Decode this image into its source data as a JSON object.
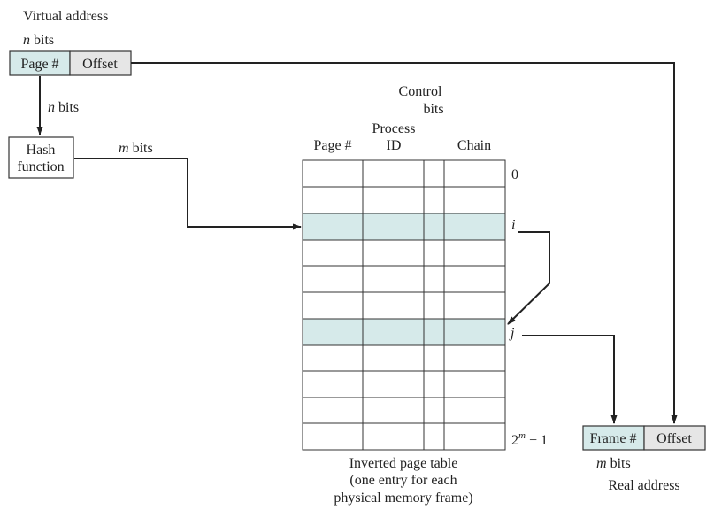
{
  "colors": {
    "highlight": "#d6eaea",
    "offset_fill": "#e6e6e6",
    "white": "#ffffff",
    "line": "#222222"
  },
  "virtual_address": {
    "title": "Virtual address",
    "bits_var": "n",
    "bits_word": "bits",
    "page_label": "Page #",
    "offset_label": "Offset"
  },
  "hash": {
    "label_line1": "Hash",
    "label_line2": "function",
    "input_bits_var": "n",
    "input_bits_word": "bits",
    "output_bits_var": "m",
    "output_bits_word": "bits"
  },
  "table": {
    "col_page": "Page #",
    "col_process_line1": "Process",
    "col_process_line2": "ID",
    "col_control_line1": "Control",
    "col_control_line2": "bits",
    "col_chain": "Chain",
    "row_label_first": "0",
    "row_label_i": "i",
    "row_label_j": "j",
    "row_label_last_base": "2",
    "row_label_last_exp": "m",
    "row_label_last_tail": " − 1",
    "caption_line1": "Inverted page table",
    "caption_line2": "(one entry for each",
    "caption_line3": "physical memory frame)"
  },
  "real_address": {
    "frame_label": "Frame #",
    "offset_label": "Offset",
    "bits_var": "m",
    "bits_word": "bits",
    "title": "Real address"
  }
}
